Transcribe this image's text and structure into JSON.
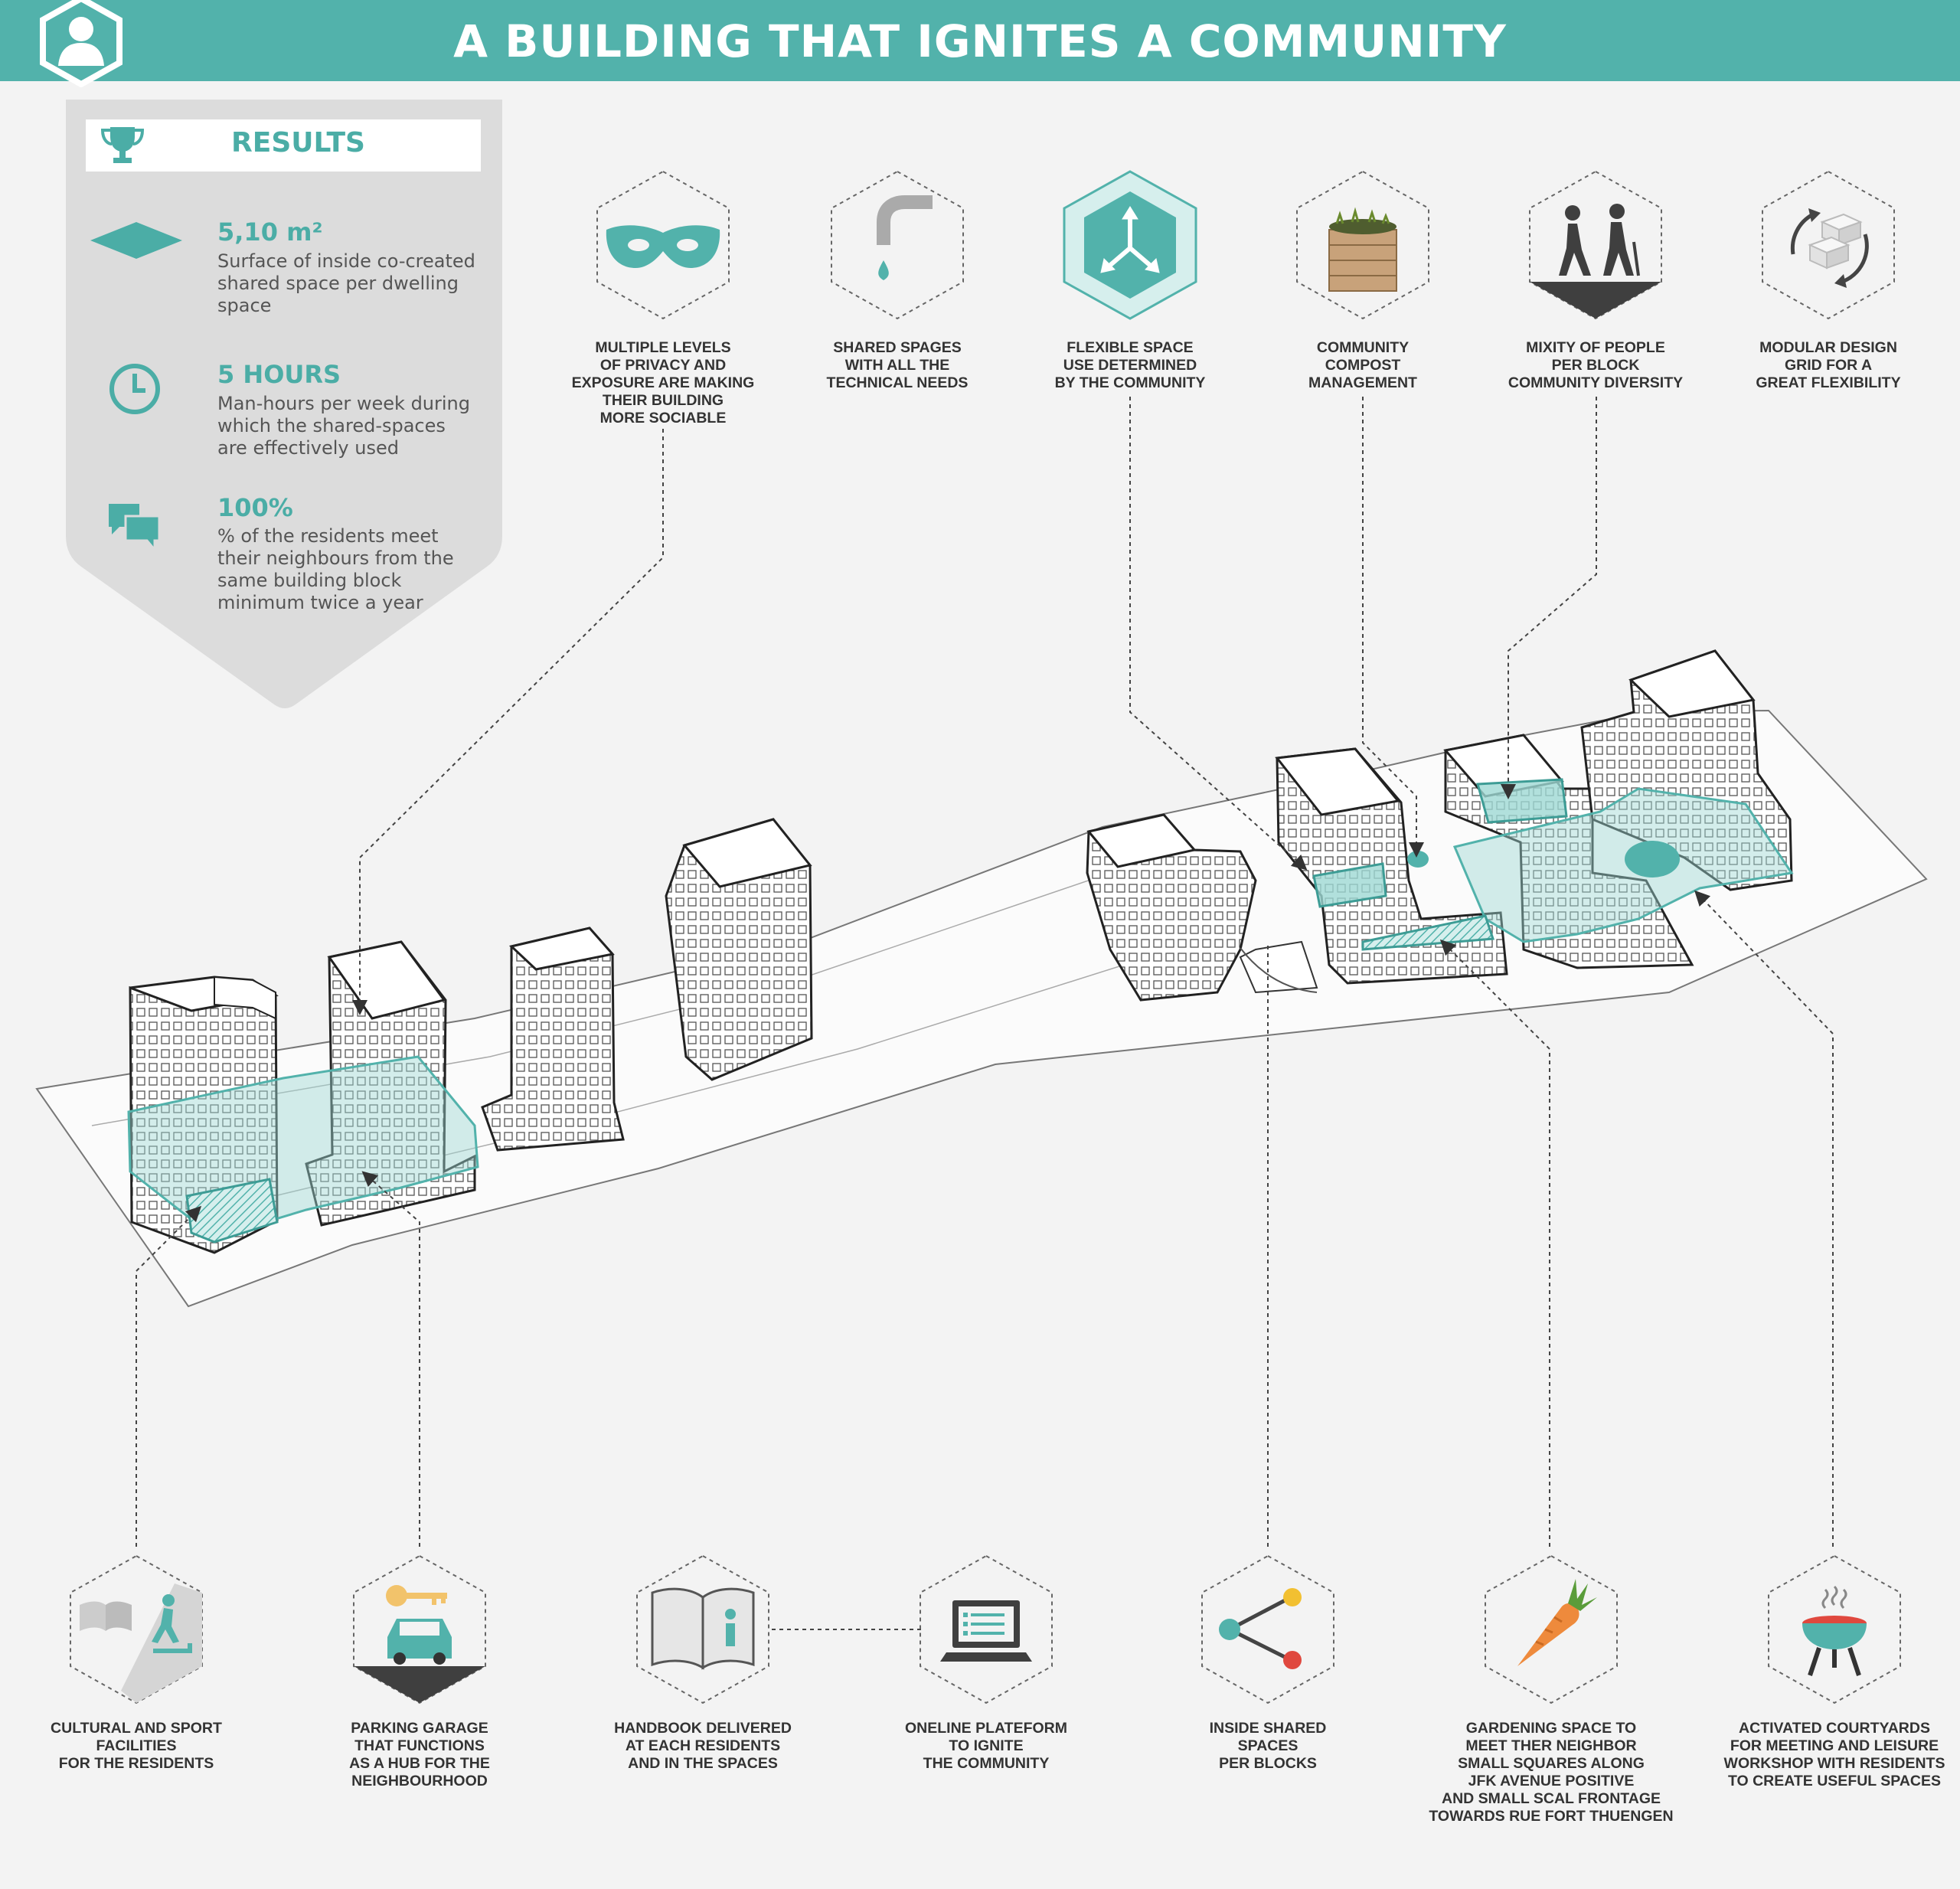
{
  "header": {
    "title": "A BUILDING THAT IGNITES A COMMUNITY",
    "logo_icon": "person-hexagon-icon",
    "color": "#52b2ab"
  },
  "results": {
    "title": "RESULTS",
    "title_icon": "trophy-icon",
    "stats": [
      {
        "icon": "area-diamond-icon",
        "value": "5,10 m²",
        "description": "Surface of inside co-created shared space per dwelling space"
      },
      {
        "icon": "clock-icon",
        "value": "5 HOURS",
        "description": "Man-hours per week during which the shared-spaces are effectively used"
      },
      {
        "icon": "speech-bubbles-icon",
        "value": "100%",
        "description": "% of the residents meet their neighbours from the same building block minimum twice a year"
      }
    ]
  },
  "features_top": [
    {
      "icon": "mask-icon",
      "label": "MULTIPLE LEVELS\nOF PRIVACY AND\nEXPOSURE ARE MAKING\nTHEIR BUILDING\nMORE SOCIABLE"
    },
    {
      "icon": "faucet-icon",
      "label": "SHARED SPAGES\nWITH ALL THE\nTECHNICAL NEEDS"
    },
    {
      "icon": "flexible-arrows-icon",
      "label": "FLEXIBLE SPACE\nUSE DETERMINED\nBY THE COMMUNITY"
    },
    {
      "icon": "compost-crate-icon",
      "label": "COMMUNITY\nCOMPOST\nMANAGEMENT"
    },
    {
      "icon": "people-walking-icon",
      "label": "MIXITY OF PEOPLE\nPER BLOCK\nCOMMUNITY DIVERSITY"
    },
    {
      "icon": "modular-blocks-icon",
      "label": "MODULAR DESIGN\nGRID FOR A\nGREAT FLEXIBILITY"
    }
  ],
  "features_bottom": [
    {
      "icon": "book-treadmill-icon",
      "label": "CULTURAL AND SPORT\nFACILITIES\nFOR THE RESIDENTS"
    },
    {
      "icon": "car-key-icon",
      "label": "PARKING GARAGE\nTHAT FUNCTIONS\nAS A HUB FOR THE\nNEIGHBOURHOOD"
    },
    {
      "icon": "handbook-info-icon",
      "label": "HANDBOOK DELIVERED\nAT EACH RESIDENTS\nAND IN THE SPACES"
    },
    {
      "icon": "laptop-icon",
      "label": "ONELINE PLATEFORM\nTO IGNITE\nTHE COMMUNITY"
    },
    {
      "icon": "share-network-icon",
      "label": "INSIDE SHARED\nSPACES\nPER BLOCKS"
    },
    {
      "icon": "carrot-icon",
      "label": "GARDENING SPACE TO\nMEET THER NEIGHBOR\nSMALL SQUARES ALONG\nJFK AVENUE POSITIVE\nAND SMALL SCAL FRONTAGE\nTOWARDS RUE FORT THUENGEN"
    },
    {
      "icon": "barbecue-grill-icon",
      "label": "ACTIVATED COURTYARDS\nFOR MEETING AND LEISURE\nWORKSHOP WITH RESIDENTS\nTO CREATE USEFUL SPACES"
    }
  ],
  "colors": {
    "accent": "#52b2ab",
    "panel": "#dcdcdc",
    "dark": "#3f3f3f"
  }
}
